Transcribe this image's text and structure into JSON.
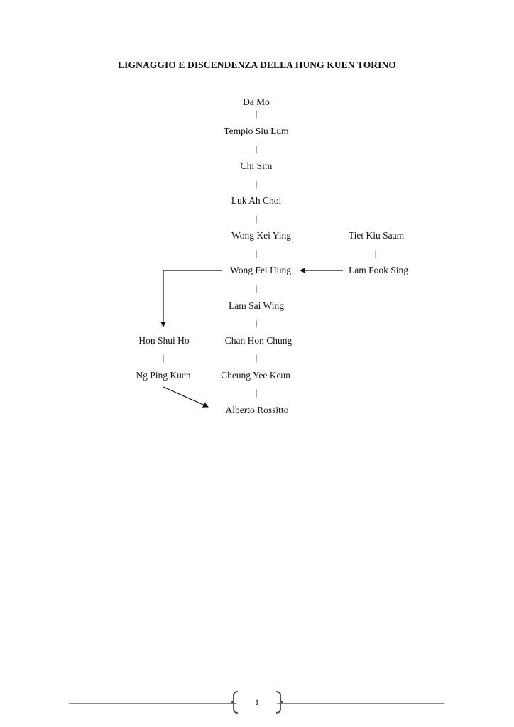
{
  "document": {
    "title": "LIGNAGGIO E DISCENDENZA DELLA HUNG KUEN TORINO",
    "page_number": "1"
  },
  "lineage": {
    "main_line": [
      "Da Mo",
      "Tempio Siu Lum",
      "Chi Sim",
      "Luk Ah Choi",
      "Wong Kei Ying",
      "Wong Fei Hung",
      "Lam Sai Wing",
      "Chan Hon Chung",
      "Cheung Yee Keun",
      "Alberto Rossitto"
    ],
    "right_line": [
      "Tiet Kiu Saam",
      "Lam Fook Sing"
    ],
    "left_line": [
      "Hon Shui Ho",
      "Ng Ping Kuen"
    ],
    "connector": "|"
  }
}
